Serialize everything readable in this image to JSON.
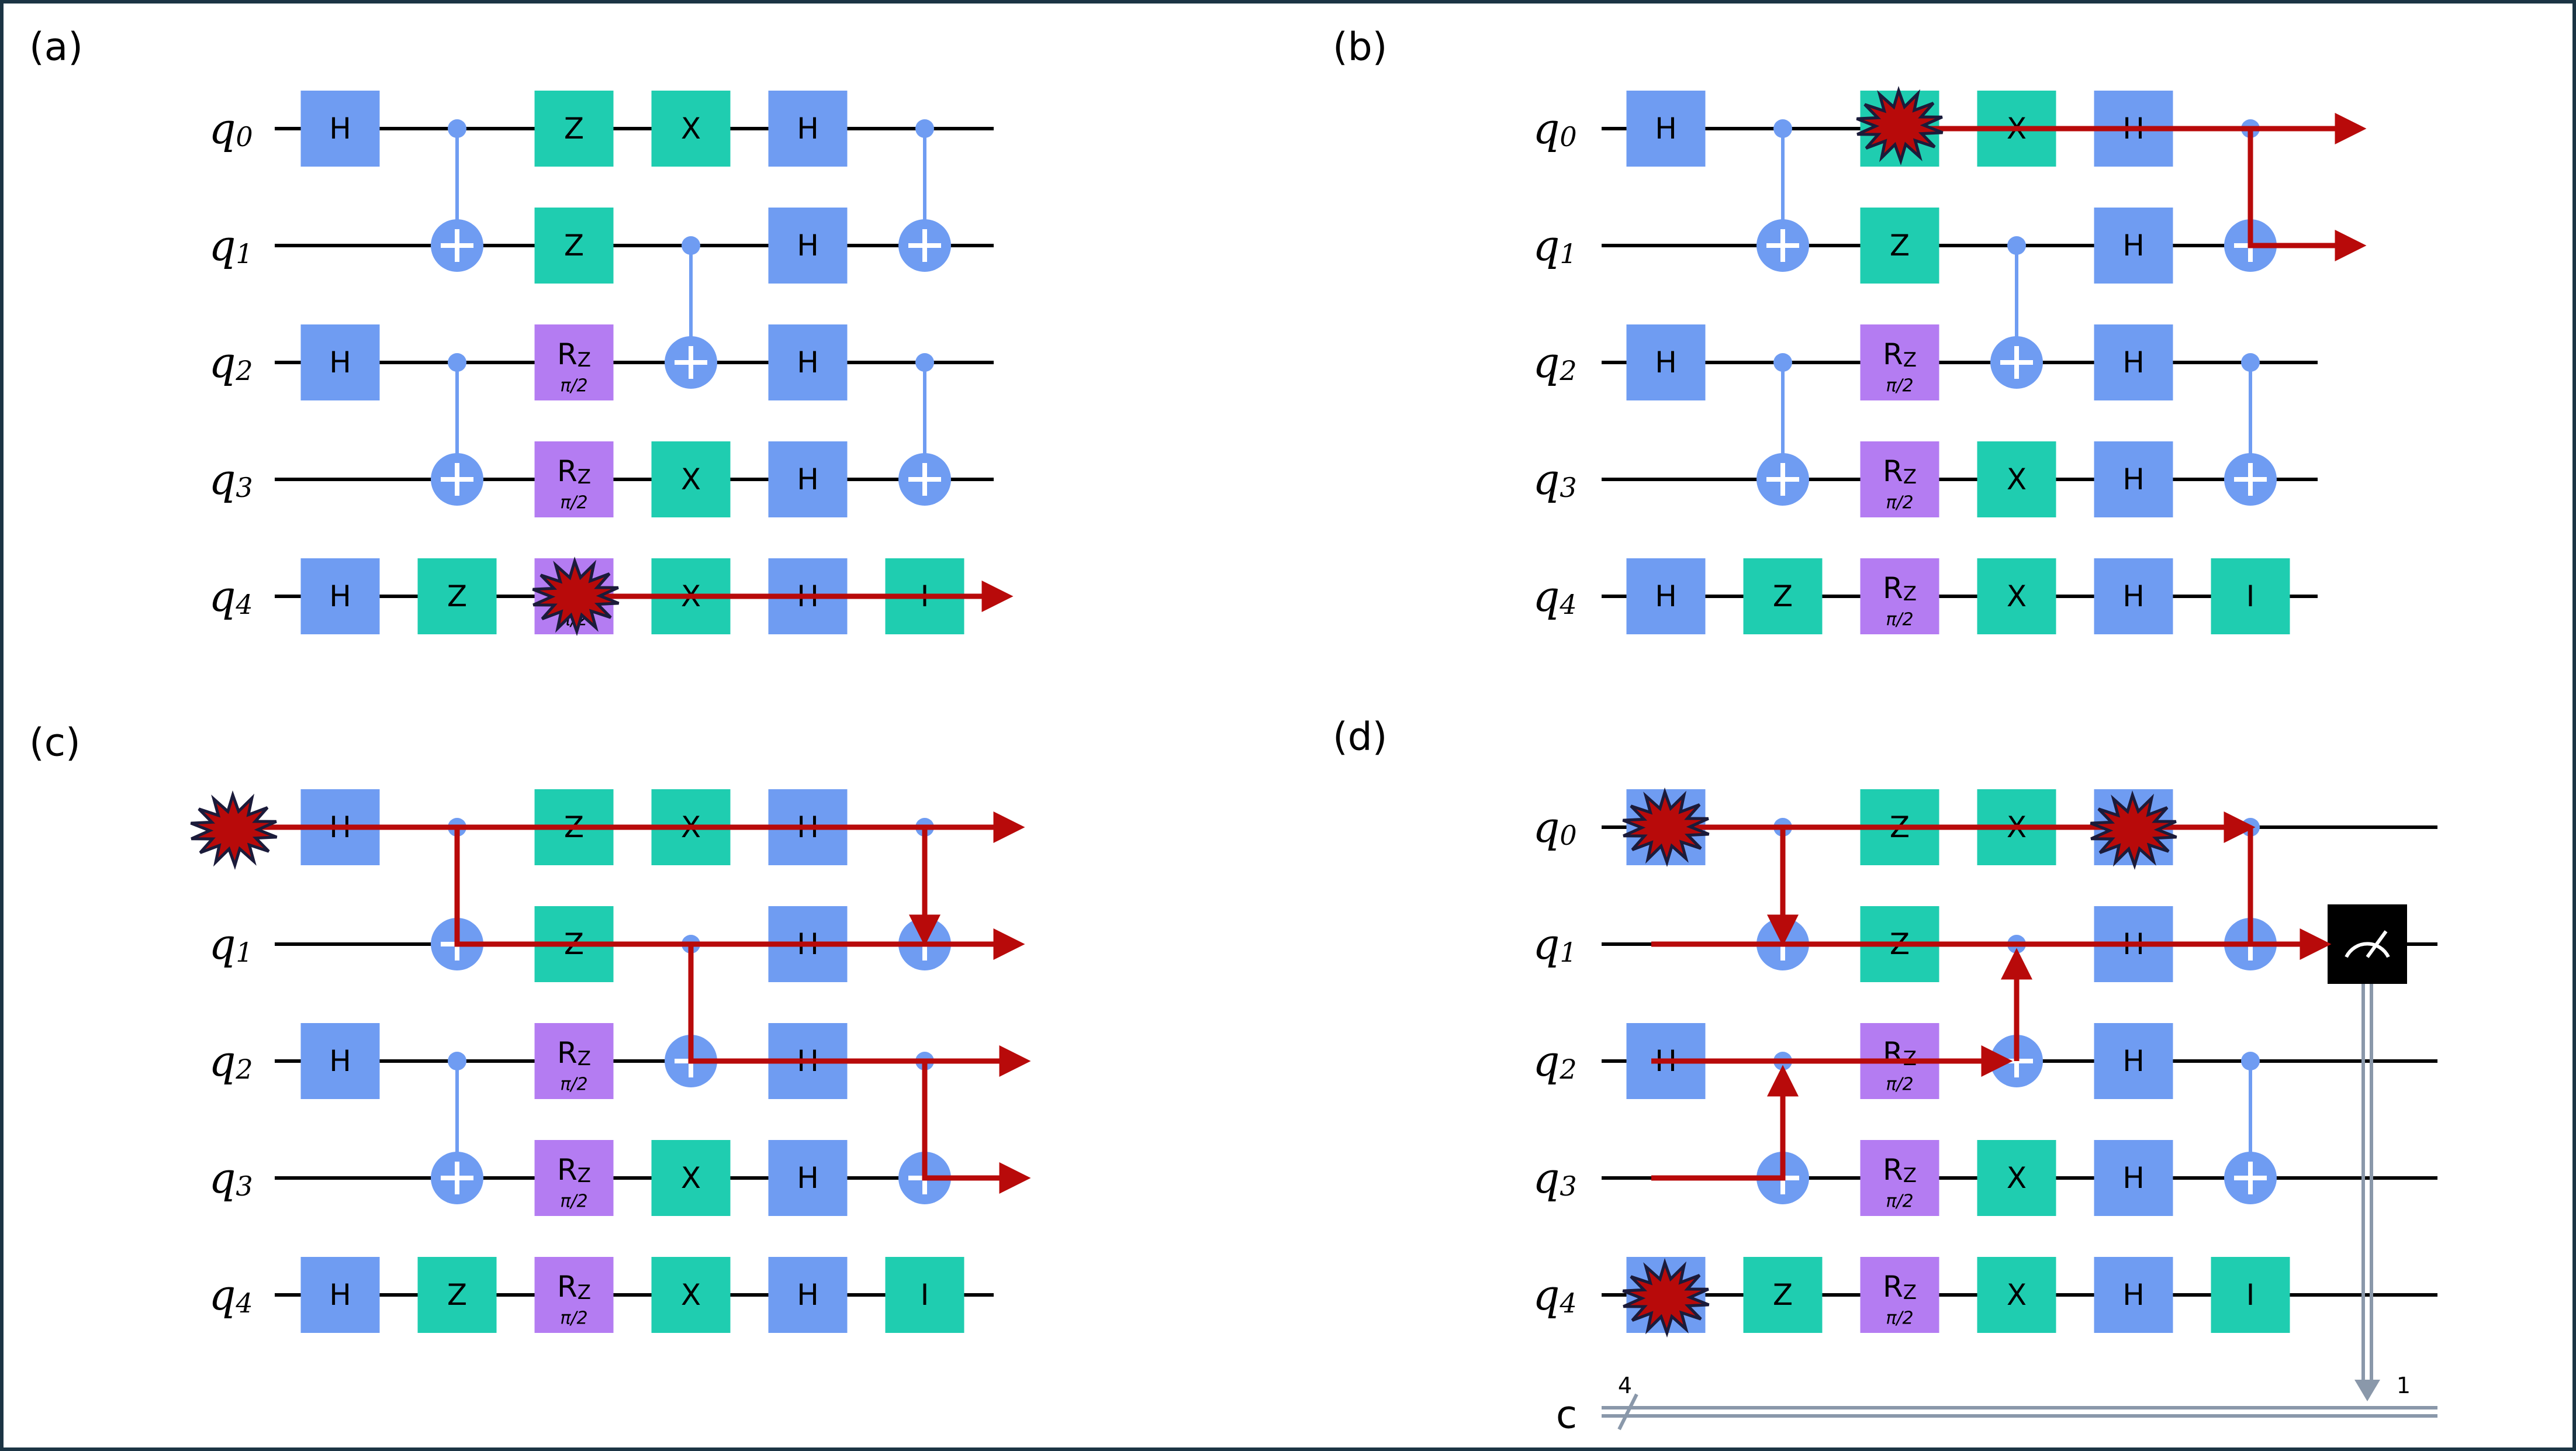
{
  "colors": {
    "wire": "#000000",
    "h_gate": "#6f9cf2",
    "pauli_gate": "#1fcdb0",
    "rz_gate": "#b47cf2",
    "control": "#6f9cf2",
    "error_path": "#b80a0a",
    "classical": "#8a98aa",
    "frame": "#1b3444"
  },
  "icons": [
    "error-burst-icon",
    "meter-icon",
    "arrowhead-icon"
  ],
  "panels": [
    {
      "label": "(a)",
      "qubits": [
        "q",
        "q",
        "q",
        "q",
        "q"
      ],
      "indices": [
        "0",
        "1",
        "2",
        "3",
        "4"
      ]
    },
    {
      "label": "(b)",
      "qubits": [
        "q",
        "q",
        "q",
        "q",
        "q"
      ],
      "indices": [
        "0",
        "1",
        "2",
        "3",
        "4"
      ]
    },
    {
      "label": "(c)",
      "qubits": [
        "q",
        "q",
        "q",
        "q",
        "q"
      ],
      "indices": [
        "0",
        "1",
        "2",
        "3",
        "4"
      ]
    },
    {
      "label": "(d)",
      "qubits": [
        "q",
        "q",
        "q",
        "q",
        "q"
      ],
      "indices": [
        "0",
        "1",
        "2",
        "3",
        "4"
      ],
      "classical_register": "c",
      "classical_width": "4",
      "classical_bit": "1"
    }
  ],
  "gates": {
    "h": "H",
    "z": "Z",
    "x": "X",
    "i": "I",
    "rz": "R",
    "rz_sub": "Z",
    "rz_param": "π/2"
  },
  "circuit": [
    [
      {
        "gate": "H",
        "q": 0
      },
      {
        "gate": "H",
        "q": 2
      },
      {
        "gate": "H",
        "q": 4
      }
    ],
    [
      {
        "gate": "CX",
        "control": 0,
        "target": 1
      },
      {
        "gate": "CX",
        "control": 2,
        "target": 3
      },
      {
        "gate": "Z",
        "q": 4
      }
    ],
    [
      {
        "gate": "Z",
        "q": 0
      },
      {
        "gate": "Z",
        "q": 1
      },
      {
        "gate": "RZ(π/2)",
        "q": 2
      },
      {
        "gate": "RZ(π/2)",
        "q": 3
      },
      {
        "gate": "RZ(π/2)",
        "q": 4
      }
    ],
    [
      {
        "gate": "X",
        "q": 0
      },
      {
        "gate": "CX",
        "control": 1,
        "target": 2
      },
      {
        "gate": "X",
        "q": 3
      },
      {
        "gate": "X",
        "q": 4
      }
    ],
    [
      {
        "gate": "H",
        "q": 0
      },
      {
        "gate": "H",
        "q": 1
      },
      {
        "gate": "H",
        "q": 2
      },
      {
        "gate": "H",
        "q": 3
      },
      {
        "gate": "H",
        "q": 4
      }
    ],
    [
      {
        "gate": "CX",
        "control": 0,
        "target": 1
      },
      {
        "gate": "CX",
        "control": 2,
        "target": 3
      },
      {
        "gate": "I",
        "q": 4
      }
    ]
  ]
}
